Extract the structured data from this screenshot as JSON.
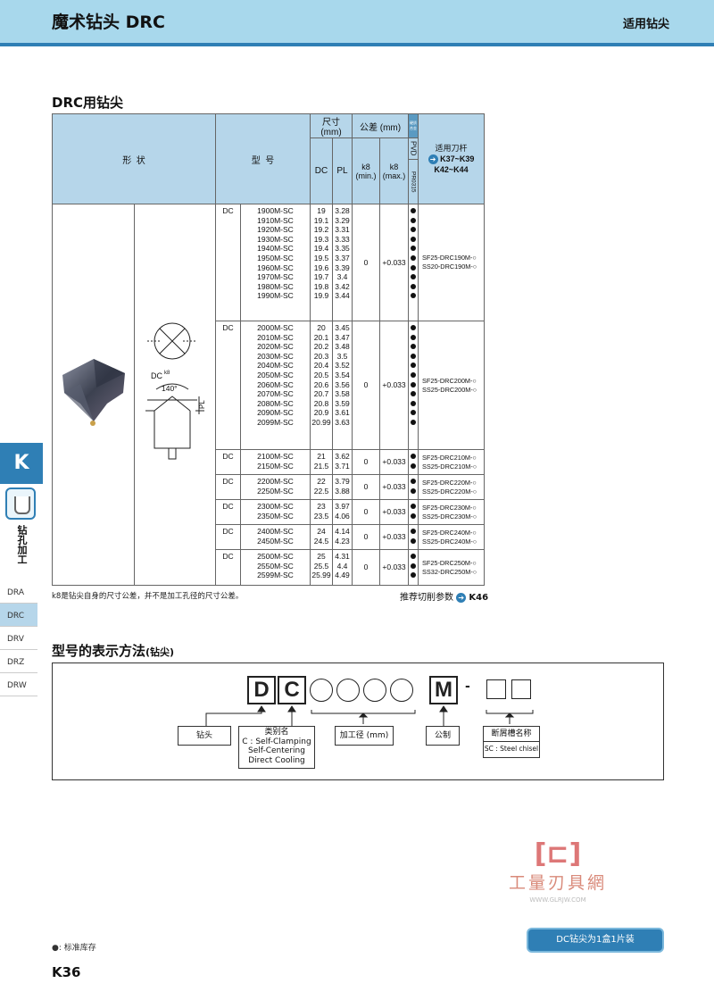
{
  "header": {
    "title": "魔术钻头 DRC",
    "subtitle": "适用钻尖"
  },
  "section_title": "DRC用钻尖",
  "table": {
    "col_shape": "形  状",
    "col_model": "型  号",
    "col_size": "尺寸 (mm)",
    "col_tol": "公差 (mm)",
    "col_coat_group": "硬质合金",
    "col_pvd": "PVD",
    "col_pr": "PR0315",
    "col_dc": "DC",
    "col_pl": "PL",
    "col_k8min": "k8\n(min.)",
    "col_k8max": "k8\n(max.)",
    "col_holder": "适用刀杆",
    "holder_refs": [
      "K37~K39",
      "K42~K44"
    ],
    "groups": [
      {
        "prefix": "DC",
        "models": "1900M-SC\n1910M-SC\n1920M-SC\n1930M-SC\n1940M-SC\n1950M-SC\n1960M-SC\n1970M-SC\n1980M-SC\n1990M-SC",
        "dc": "19\n19.1\n19.2\n19.3\n19.4\n19.5\n19.6\n19.7\n19.8\n19.9",
        "pl": "3.28\n3.29\n3.31\n3.33\n3.35\n3.37\n3.39\n3.4\n3.42\n3.44",
        "min": "0",
        "max": "+0.033",
        "count": 10,
        "holders": "SF25-DRC190M-○\nSS20-DRC190M-○"
      },
      {
        "prefix": "DC",
        "models": "2000M-SC\n2010M-SC\n2020M-SC\n2030M-SC\n2040M-SC\n2050M-SC\n2060M-SC\n2070M-SC\n2080M-SC\n2090M-SC\n2099M-SC",
        "dc": "20\n20.1\n20.2\n20.3\n20.4\n20.5\n20.6\n20.7\n20.8\n20.9\n20.99",
        "pl": "3.45\n3.47\n3.48\n3.5\n3.52\n3.54\n3.56\n3.58\n3.59\n3.61\n3.63",
        "min": "0",
        "max": "+0.033",
        "count": 11,
        "holders": "SF25-DRC200M-○\nSS25-DRC200M-○"
      },
      {
        "prefix": "DC",
        "models": "2100M-SC\n2150M-SC",
        "dc": "21\n21.5",
        "pl": "3.62\n3.71",
        "min": "0",
        "max": "+0.033",
        "count": 2,
        "holders": "SF25-DRC210M-○\nSS25-DRC210M-○"
      },
      {
        "prefix": "DC",
        "models": "2200M-SC\n2250M-SC",
        "dc": "22\n22.5",
        "pl": "3.79\n3.88",
        "min": "0",
        "max": "+0.033",
        "count": 2,
        "holders": "SF25-DRC220M-○\nSS25-DRC220M-○"
      },
      {
        "prefix": "DC",
        "models": "2300M-SC\n2350M-SC",
        "dc": "23\n23.5",
        "pl": "3.97\n4.06",
        "min": "0",
        "max": "+0.033",
        "count": 2,
        "holders": "SF25-DRC230M-○\nSS25-DRC230M-○"
      },
      {
        "prefix": "DC",
        "models": "2400M-SC\n2450M-SC",
        "dc": "24\n24.5",
        "pl": "4.14\n4.23",
        "min": "0",
        "max": "+0.033",
        "count": 2,
        "holders": "SF25-DRC240M-○\nSS25-DRC240M-○"
      },
      {
        "prefix": "DC",
        "models": "2500M-SC\n2550M-SC\n2599M-SC",
        "dc": "25\n25.5\n25.99",
        "pl": "4.31\n4.4\n4.49",
        "min": "0",
        "max": "+0.033",
        "count": 3,
        "holders": "SF25-DRC250M-○\nSS32-DRC250M-○"
      }
    ],
    "drawing": {
      "dc_label": "DC",
      "dc_sup": "k8",
      "angle": "140°",
      "pl_label": "PL"
    }
  },
  "note": "k8是钻尖自身的尺寸公差，并不是加工孔径的尺寸公差。",
  "recommend": {
    "text": "推荐切削参数",
    "ref": "K46"
  },
  "sidebar": {
    "tab": "K",
    "vertical_label": "钻孔加工",
    "items": [
      "DRA",
      "DRC",
      "DRV",
      "DRZ",
      "DRW"
    ],
    "active": "DRC"
  },
  "section2": {
    "title": "型号的表示方法",
    "title_suffix": "(钻尖)"
  },
  "code": {
    "d": "D",
    "c": "C",
    "m": "M",
    "dash": "-",
    "labels": {
      "drill": "钻头",
      "type": "类别名",
      "type_detail": "C : Self-Clamping\nSelf-Centering\nDirect Cooling",
      "dia": "加工径 (mm)",
      "metric": "公制",
      "chip": "断屑槽名称",
      "chip_detail": "SC : Steel chisel"
    }
  },
  "watermark": {
    "text": "工量刃具網",
    "url": "WWW.GLRJW.COM"
  },
  "legend": "●: 标准库存",
  "footer_button": "DC钻尖为1盒1片装",
  "page_number": "K36"
}
